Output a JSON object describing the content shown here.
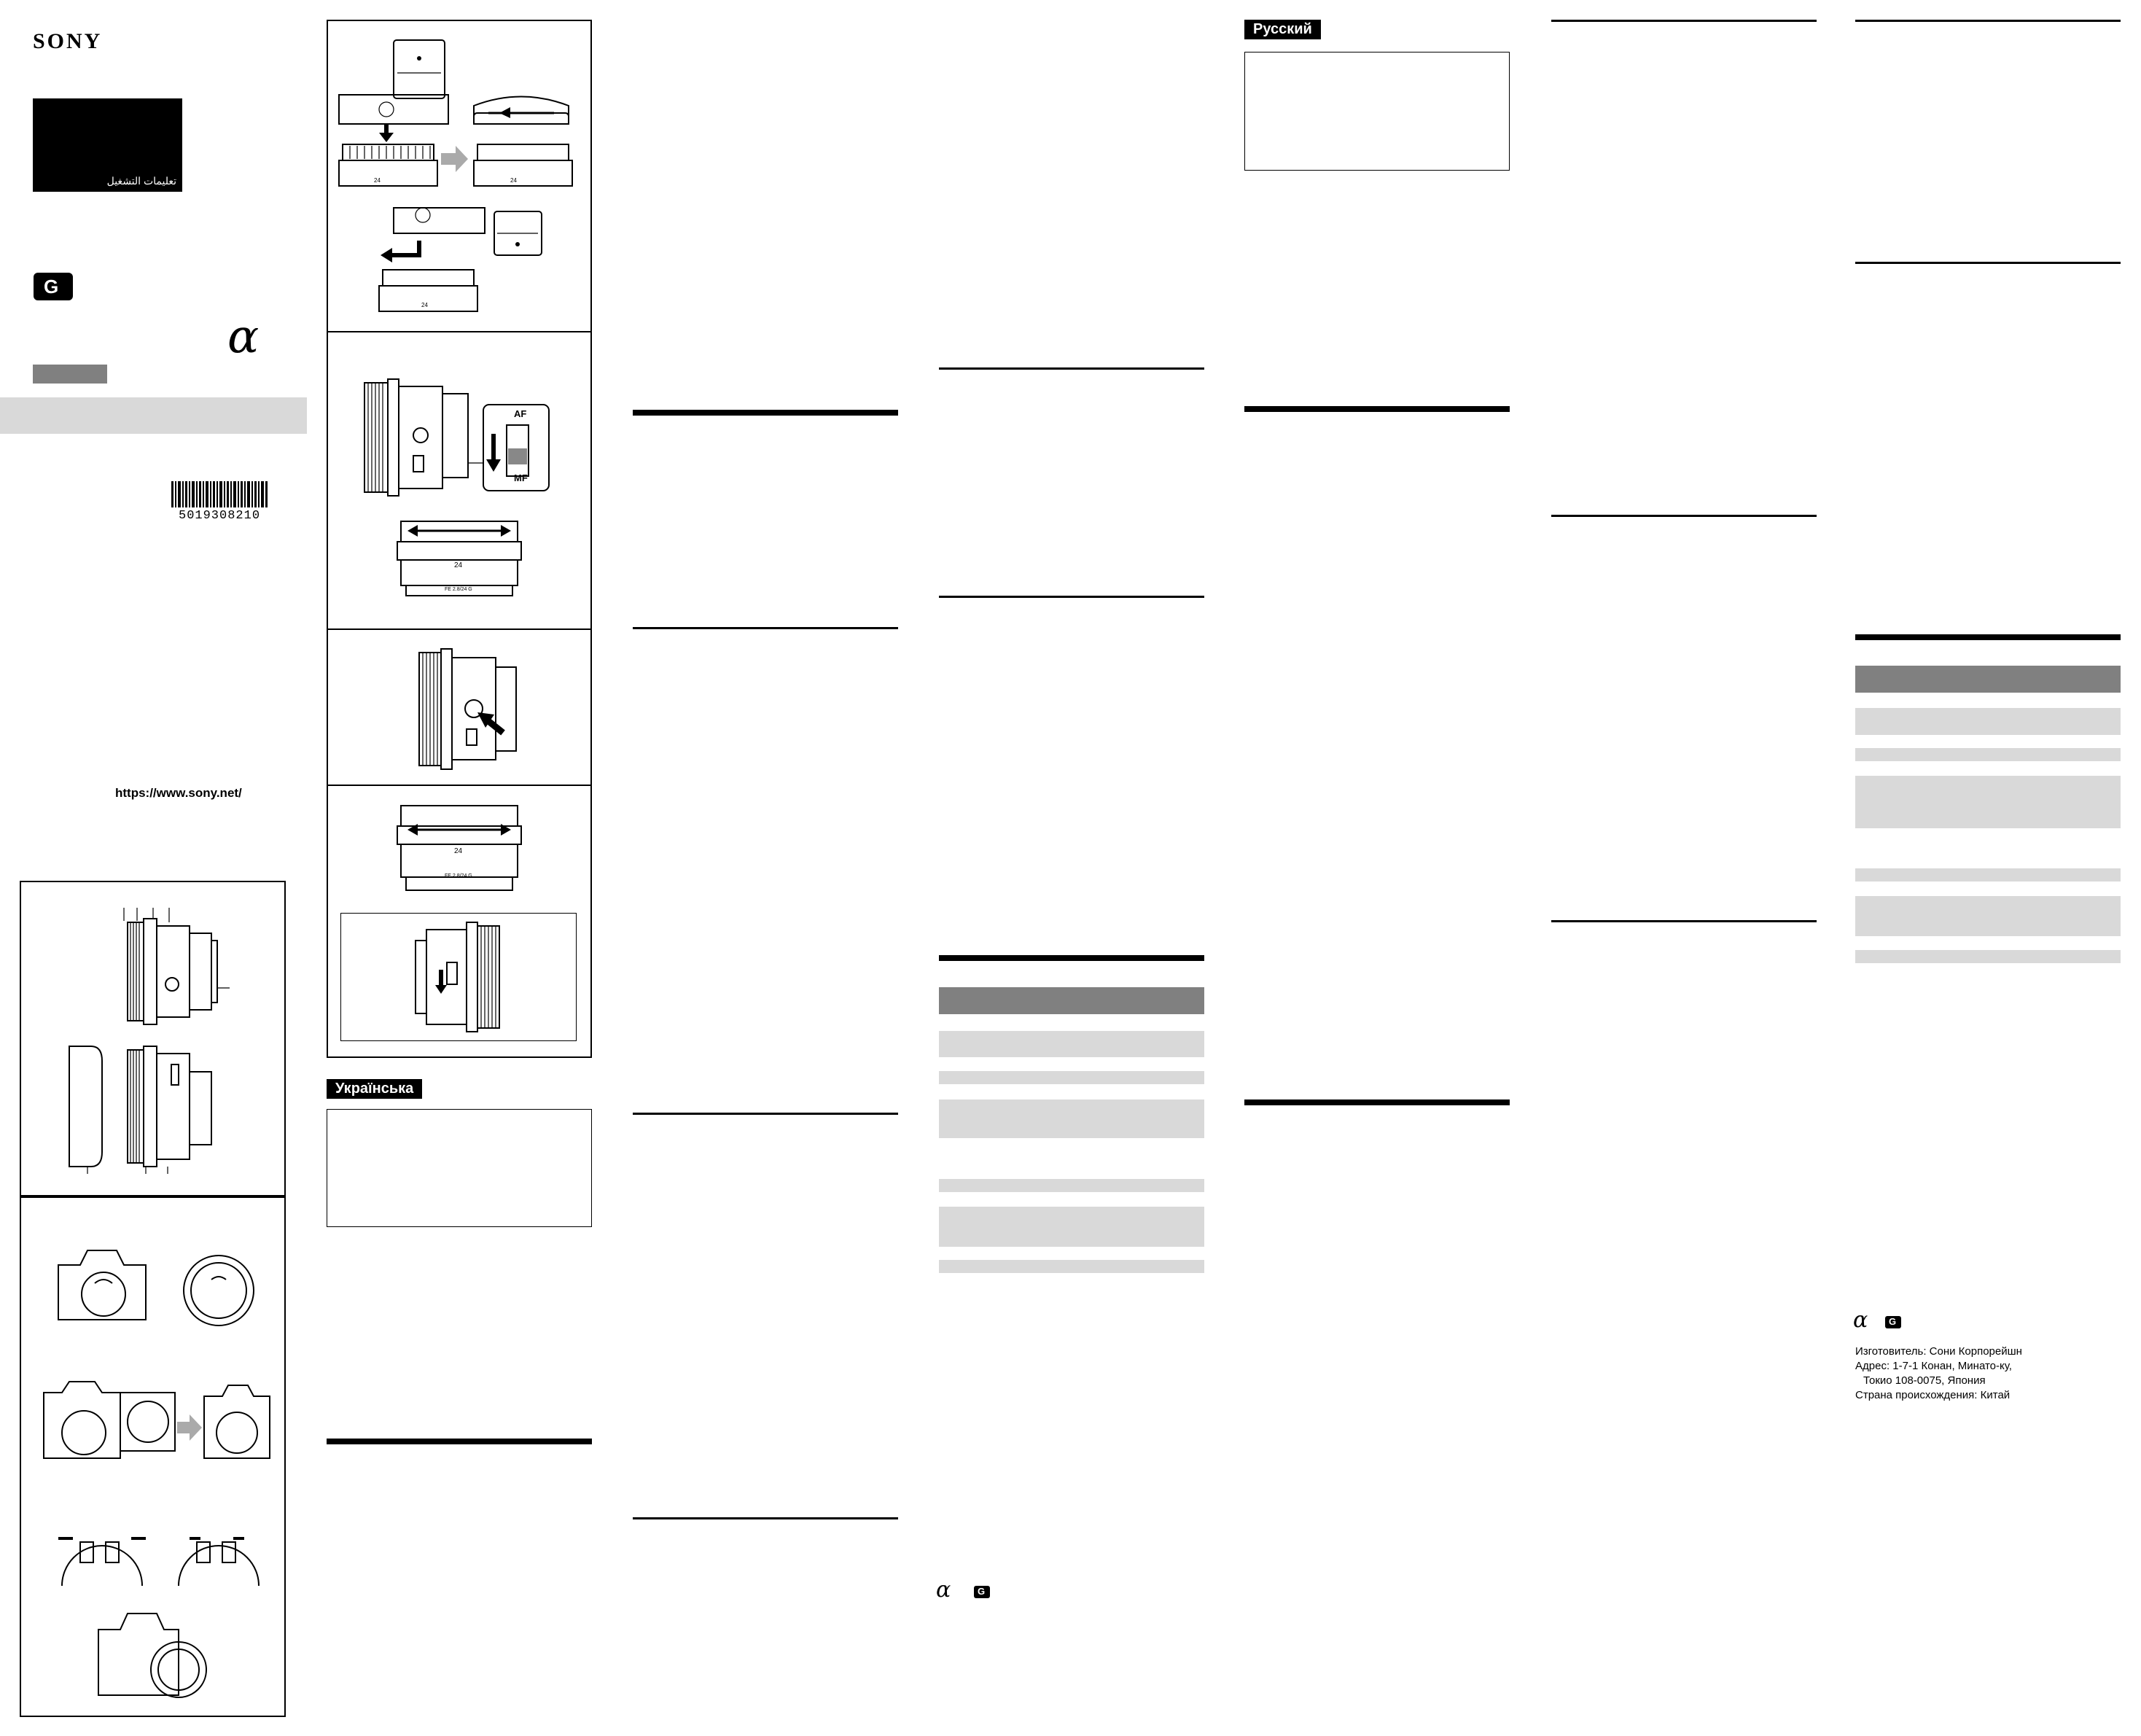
{
  "cover": {
    "brand": "SONY",
    "arabic_title": "تعليمات التشغيل",
    "g_badge": "G",
    "alpha_symbol": "α",
    "barcode_number": "5019308210",
    "website": "https://www.sony.net/"
  },
  "lens_markings": {
    "focal_length": "24",
    "model": "FE 2.8/24 G",
    "af_label": "AF",
    "mf_label": "MF"
  },
  "sections": {
    "ukrainian_tag": "Українська",
    "russian_tag": "Русский"
  },
  "footer": {
    "alpha_symbol": "α",
    "g_badge": "G",
    "manufacturer": "Изготовитель: Сони Корпорейшн",
    "address_line1": "Адрес: 1-7-1 Конан, Минато-ку,",
    "address_line2": "Токио 108-0075, Япония",
    "origin": "Страна происхождения: Китай"
  },
  "colors": {
    "panel_gray": "#d9d9d9",
    "header_gray": "#808080",
    "black": "#000000"
  }
}
